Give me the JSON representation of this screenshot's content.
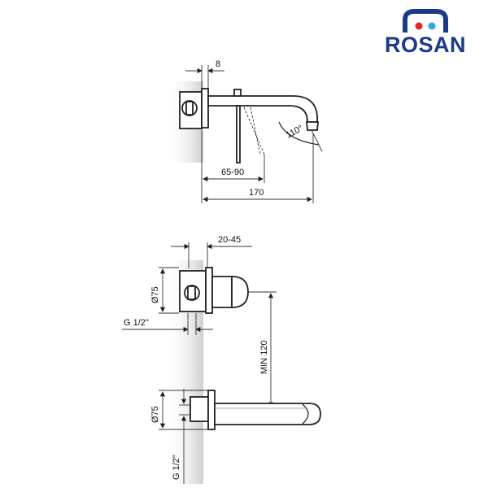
{
  "brand": {
    "name": "ROSAN",
    "colors": {
      "blue": "#1b3a8a",
      "red": "#e0262b",
      "light_blue": "#2fa6e8"
    }
  },
  "dimensions": {
    "top_wall_thickness": "8",
    "top_adjust_range": "65-90",
    "top_spout_length": "170",
    "top_spout_angle": "110°",
    "mid_adjust_range": "20-45",
    "mid_diameter": "Ø75",
    "mid_thread": "G 1/2\"",
    "vertical_min": "MIN 120",
    "bot_diameter": "Ø75",
    "bot_thread": "G 1/2\""
  }
}
